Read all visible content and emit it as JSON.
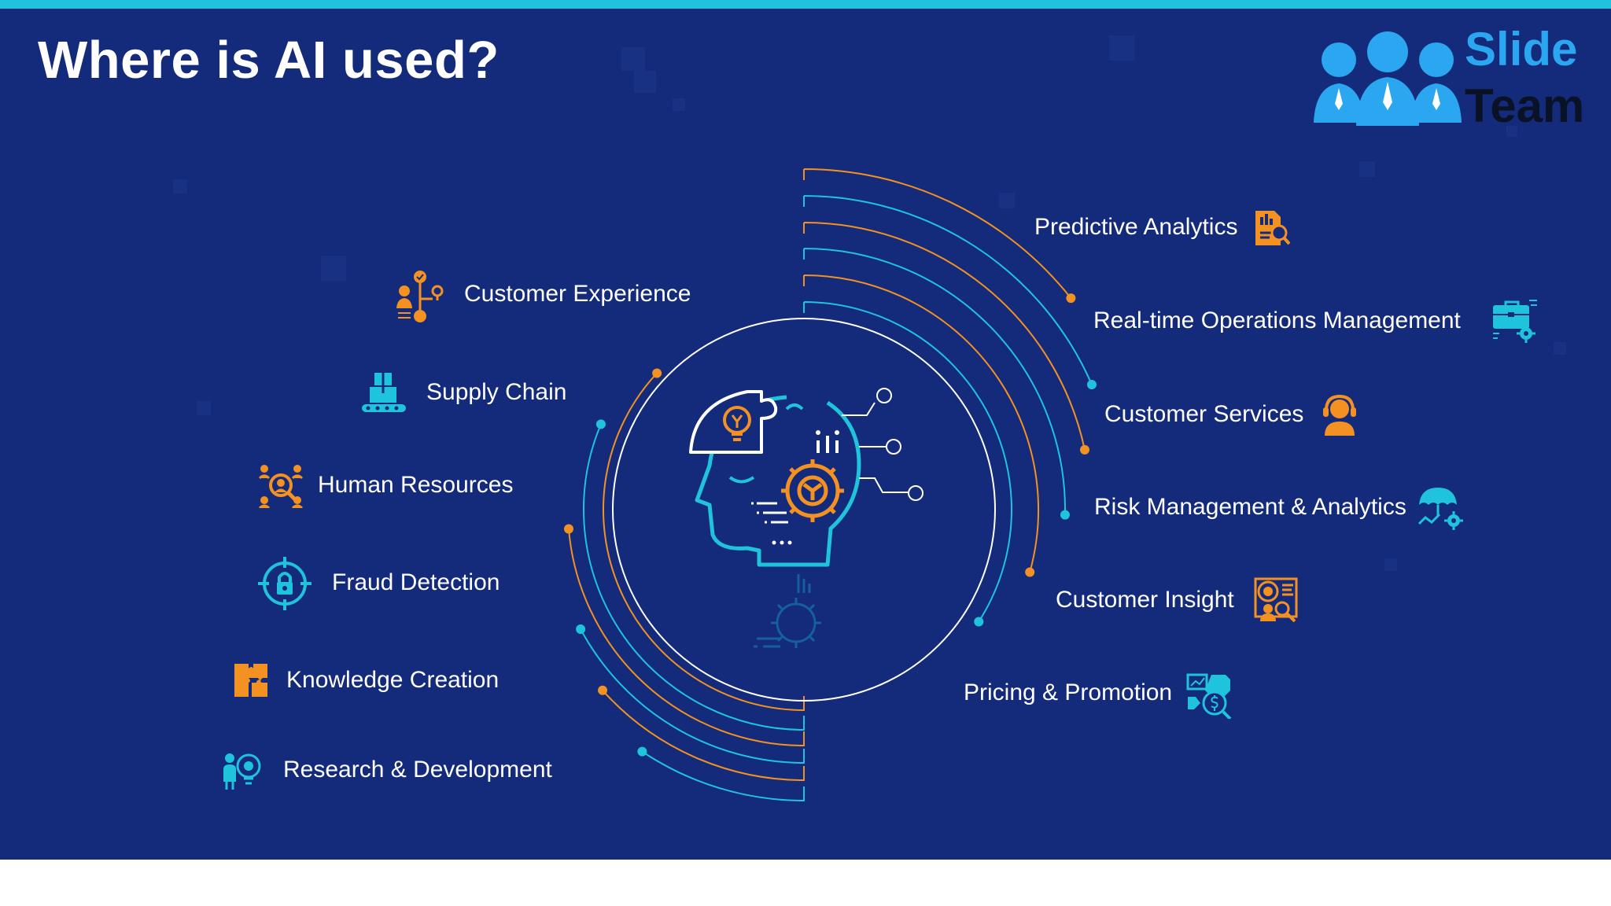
{
  "title": "Where is AI used?",
  "logo": {
    "word1": "Slide",
    "word2": "Team",
    "color1": "#2aa7f0",
    "color2": "#0a1226"
  },
  "colors": {
    "background": "#142a7a",
    "accent_orange": "#f39222",
    "accent_cyan": "#1fc3dc",
    "footer": "#ffffff"
  },
  "left_items": [
    {
      "label": "Customer Experience",
      "icon": "customer-experience-icon",
      "color": "#f39222"
    },
    {
      "label": "Supply Chain",
      "icon": "supply-chain-icon",
      "color": "#1fc3dc"
    },
    {
      "label": "Human Resources",
      "icon": "human-resources-icon",
      "color": "#f39222"
    },
    {
      "label": "Fraud Detection",
      "icon": "fraud-detection-icon",
      "color": "#1fc3dc"
    },
    {
      "label": "Knowledge Creation",
      "icon": "knowledge-creation-icon",
      "color": "#f39222"
    },
    {
      "label": "Research & Development",
      "icon": "research-development-icon",
      "color": "#1fc3dc"
    }
  ],
  "right_items": [
    {
      "label": "Predictive Analytics",
      "icon": "predictive-analytics-icon",
      "color": "#f39222"
    },
    {
      "label": "Real-time Operations Management",
      "icon": "operations-management-icon",
      "color": "#1fc3dc"
    },
    {
      "label": "Customer Services",
      "icon": "customer-services-icon",
      "color": "#f39222"
    },
    {
      "label": "Risk Management & Analytics",
      "icon": "risk-management-icon",
      "color": "#1fc3dc"
    },
    {
      "label": "Customer Insight",
      "icon": "customer-insight-icon",
      "color": "#f39222"
    },
    {
      "label": "Pricing & Promotion",
      "icon": "pricing-promotion-icon",
      "color": "#1fc3dc"
    }
  ]
}
